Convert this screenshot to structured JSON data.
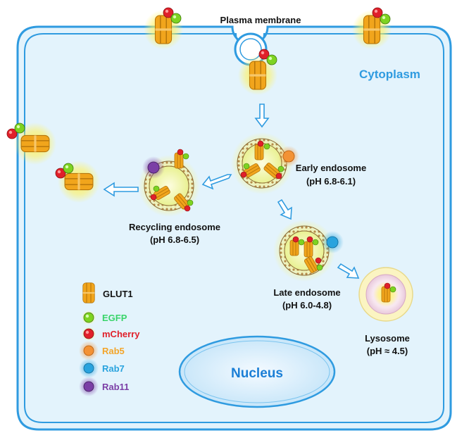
{
  "labels": {
    "plasma_membrane": "Plasma membrane",
    "cytoplasm": "Cytoplasm",
    "nucleus": "Nucleus",
    "early_endosome": "Early endosome",
    "early_endosome_ph": "(pH 6.8-6.1)",
    "recycling_endosome": "Recycling endosome",
    "recycling_endosome_ph": "(pH 6.8-6.5)",
    "late_endosome": "Late endosome",
    "late_endosome_ph": "(pH 6.0-4.8)",
    "lysosome": "Lysosome",
    "lysosome_ph": "(pH ≈ 4.5)"
  },
  "legend": {
    "glut1": "GLUT1",
    "egfp": "EGFP",
    "mcherry": "mCherry",
    "rab5": "Rab5",
    "rab7": "Rab7",
    "rab11": "Rab11"
  },
  "colors": {
    "membrane": "#2f9be0",
    "cytoplasm_fill": "#e3f3fc",
    "cytoplasm_text": "#2f9be0",
    "nucleus_text": "#1b7fd6",
    "glut1": "#f1a51c",
    "egfp": "#7ed321",
    "mcherry": "#e0202a",
    "rab5": "#f39235",
    "rab7": "#29a3de",
    "rab11": "#7b3fa6",
    "glow": "#fff25a"
  }
}
